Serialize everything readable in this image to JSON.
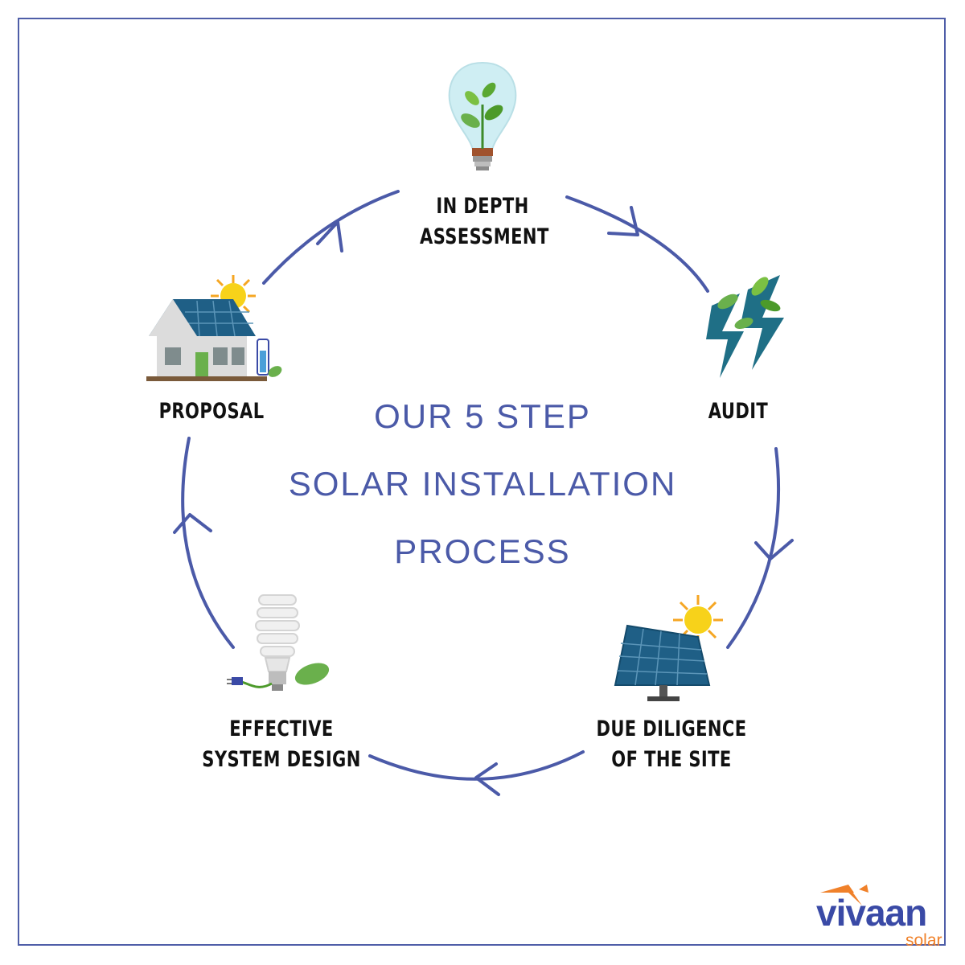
{
  "title_lines": [
    "OUR 5 STEP",
    "SOLAR INSTALLATION",
    "PROCESS"
  ],
  "steps": [
    {
      "lines": [
        "IN DEPTH",
        "ASSESSMENT"
      ],
      "icon": "lightbulb-plant-icon"
    },
    {
      "lines": [
        "AUDIT"
      ],
      "icon": "lightning-leaves-icon"
    },
    {
      "lines": [
        "DUE DILIGENCE",
        "OF THE SITE"
      ],
      "icon": "solar-panel-sun-icon"
    },
    {
      "lines": [
        "EFFECTIVE",
        "SYSTEM DESIGN"
      ],
      "icon": "cfl-bulb-leaf-icon"
    },
    {
      "lines": [
        "PROPOSAL"
      ],
      "icon": "solar-house-icon"
    }
  ],
  "logo": {
    "word": "vivaan",
    "sub": "solar"
  },
  "colors": {
    "accent": "#4b5aa8",
    "text": "#111111",
    "logo_orange": "#f0812a",
    "frame": "#4f5ea8"
  }
}
